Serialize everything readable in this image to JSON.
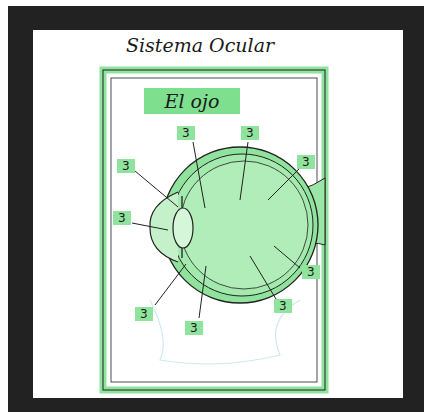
{
  "diagram": {
    "title": "Sistema Ocular",
    "nodes": [
      {
        "text": [
          "El ojo"
        ]
      }
    ],
    "labels": [
      "3",
      "3",
      "3",
      "3",
      "3",
      "3",
      "3",
      "3",
      "3"
    ]
  }
}
